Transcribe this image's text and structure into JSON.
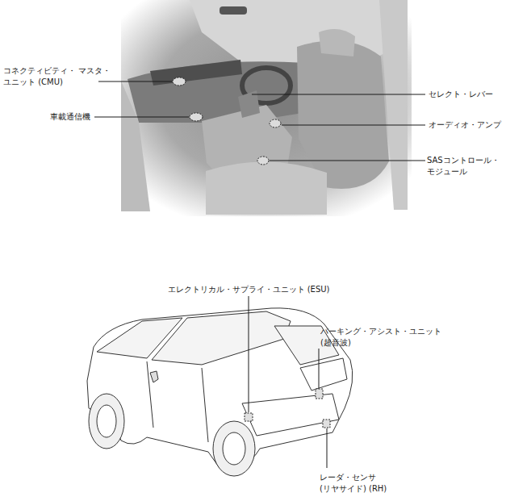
{
  "diagram": {
    "labels": [
      "コネクティビティ・ マスタ・ユニット (CMU)",
      "車載通信機",
      "セレクト・レバー",
      "オーディオ・アンプ",
      "SASコントロール・ モジュール",
      "エレクトリカル・サプライ・ユニット (ESU)",
      "パーキング・アシスト・ユニット (超音波)",
      "レーダ・センサ (リヤサイド) (RH)"
    ]
  }
}
